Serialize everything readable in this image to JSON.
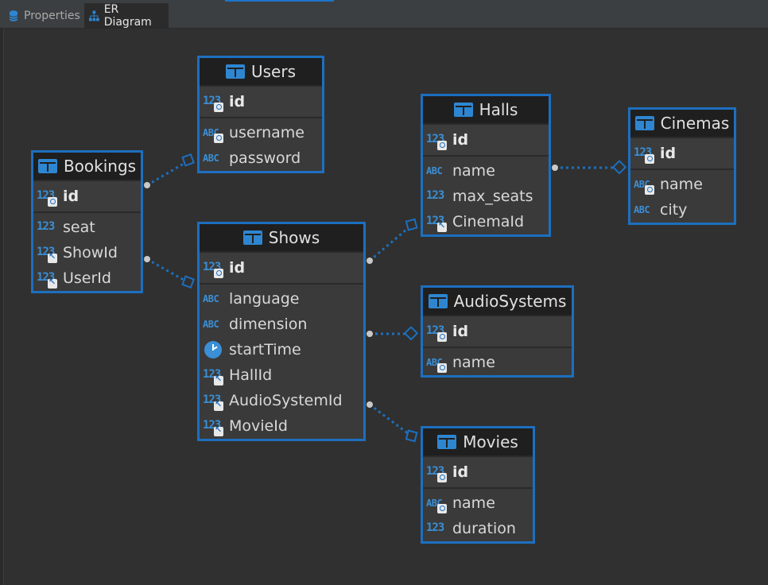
{
  "tabs": [
    {
      "label": "Properties",
      "icon": "database-icon"
    },
    {
      "label": "ER Diagram",
      "icon": "er-diagram-icon",
      "active": true
    }
  ],
  "colors": {
    "accent": "#1d6fbf",
    "canvas": "#303030",
    "header": "#1f1f1f",
    "type_icon": "#3a8fd6"
  },
  "entities": {
    "users": {
      "title": "Users",
      "pk": {
        "name": "id",
        "type": "123"
      },
      "columns": [
        {
          "name": "username",
          "type": "ABC",
          "badge": "key"
        },
        {
          "name": "password",
          "type": "ABC"
        }
      ]
    },
    "bookings": {
      "title": "Bookings",
      "pk": {
        "name": "id",
        "type": "123"
      },
      "columns": [
        {
          "name": "seat",
          "type": "123"
        },
        {
          "name": "ShowId",
          "type": "123",
          "badge": "fk"
        },
        {
          "name": "UserId",
          "type": "123",
          "badge": "fk"
        }
      ]
    },
    "shows": {
      "title": "Shows",
      "pk": {
        "name": "id",
        "type": "123"
      },
      "columns": [
        {
          "name": "language",
          "type": "ABC"
        },
        {
          "name": "dimension",
          "type": "ABC"
        },
        {
          "name": "startTime",
          "type": "clock"
        },
        {
          "name": "HallId",
          "type": "123",
          "badge": "fk"
        },
        {
          "name": "AudioSystemId",
          "type": "123",
          "badge": "fk"
        },
        {
          "name": "MovieId",
          "type": "123",
          "badge": "fk"
        }
      ]
    },
    "halls": {
      "title": "Halls",
      "pk": {
        "name": "id",
        "type": "123"
      },
      "columns": [
        {
          "name": "name",
          "type": "ABC"
        },
        {
          "name": "max_seats",
          "type": "123"
        },
        {
          "name": "CinemaId",
          "type": "123",
          "badge": "fk"
        }
      ]
    },
    "cinemas": {
      "title": "Cinemas",
      "pk": {
        "name": "id",
        "type": "123"
      },
      "columns": [
        {
          "name": "name",
          "type": "ABC",
          "badge": "key"
        },
        {
          "name": "city",
          "type": "ABC"
        }
      ]
    },
    "audiosystems": {
      "title": "AudioSystems",
      "pk": {
        "name": "id",
        "type": "123"
      },
      "columns": [
        {
          "name": "name",
          "type": "ABC",
          "badge": "key"
        }
      ]
    },
    "movies": {
      "title": "Movies",
      "pk": {
        "name": "id",
        "type": "123"
      },
      "columns": [
        {
          "name": "name",
          "type": "ABC",
          "badge": "key"
        },
        {
          "name": "duration",
          "type": "123"
        }
      ]
    }
  },
  "relations": [
    {
      "from": "bookings",
      "to": "users"
    },
    {
      "from": "bookings",
      "to": "shows"
    },
    {
      "from": "shows",
      "to": "halls"
    },
    {
      "from": "halls",
      "to": "cinemas"
    },
    {
      "from": "shows",
      "to": "audiosystems"
    },
    {
      "from": "shows",
      "to": "movies"
    }
  ]
}
